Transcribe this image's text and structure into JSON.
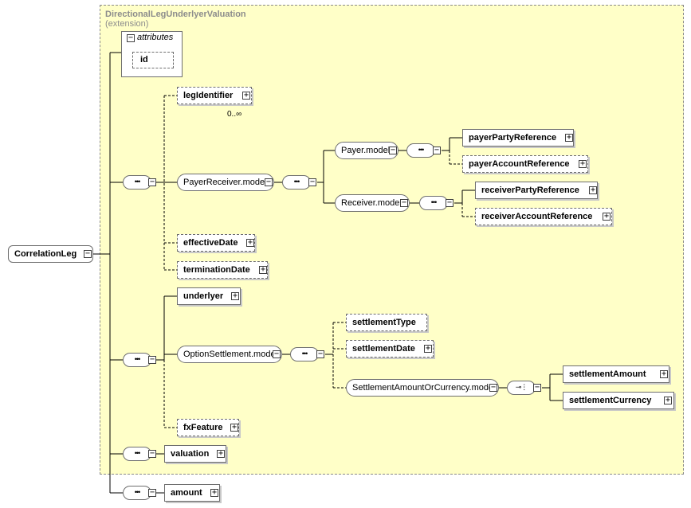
{
  "diagram": {
    "extension_title": "DirectionalLegUnderlyerValuation",
    "extension_suffix": "(extension)",
    "root": "CorrelationLeg",
    "attributes_label": "attributes",
    "attribute_id": "id",
    "nodes": {
      "legIdentifier": "legIdentifier",
      "legIdentifier_occurs": "0..∞",
      "payerReceiverModel": "PayerReceiver.model",
      "payerModel": "Payer.model",
      "payerPartyReference": "payerPartyReference",
      "payerAccountReference": "payerAccountReference",
      "receiverModel": "Receiver.model",
      "receiverPartyReference": "receiverPartyReference",
      "receiverAccountReference": "receiverAccountReference",
      "effectiveDate": "effectiveDate",
      "terminationDate": "terminationDate",
      "underlyer": "underlyer",
      "optionSettlementModel": "OptionSettlement.model",
      "settlementType": "settlementType",
      "settlementDate": "settlementDate",
      "settlementAmountOrCurrencyModel": "SettlementAmountOrCurrency.model",
      "settlementAmount": "settlementAmount",
      "settlementCurrency": "settlementCurrency",
      "fxFeature": "fxFeature",
      "valuation": "valuation",
      "amount": "amount"
    }
  }
}
